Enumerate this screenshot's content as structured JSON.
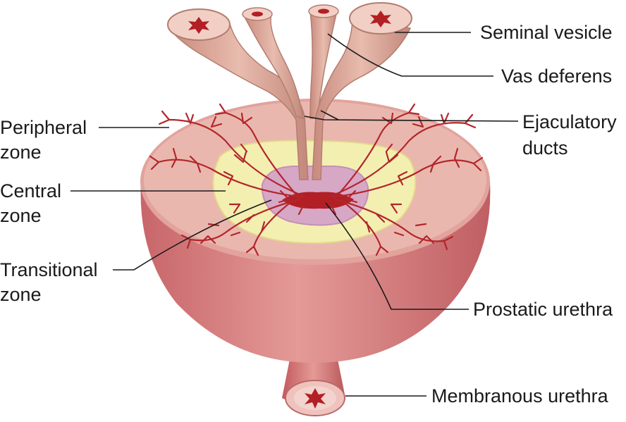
{
  "labels": {
    "seminal_vesicle": "Seminal vesicle",
    "vas_deferens": "Vas deferens",
    "ejaculatory_ducts_1": "Ejaculatory",
    "ejaculatory_ducts_2": "ducts",
    "peripheral_zone_1": "Peripheral",
    "peripheral_zone_2": "zone",
    "central_zone_1": "Central",
    "central_zone_2": "zone",
    "transitional_zone_1": "Transitional",
    "transitional_zone_2": "zone",
    "prostatic_urethra": "Prostatic urethra",
    "membranous_urethra": "Membranous urethra"
  },
  "colors": {
    "gland_outer": "#d98080",
    "gland_top": "#eab7ae",
    "central_zone": "#f3efb0",
    "transitional_zone": "#d7a7c6",
    "duct_branches": "#b2262b",
    "tubes": "#d9a293",
    "leader_lines": "#1a1a1a"
  }
}
